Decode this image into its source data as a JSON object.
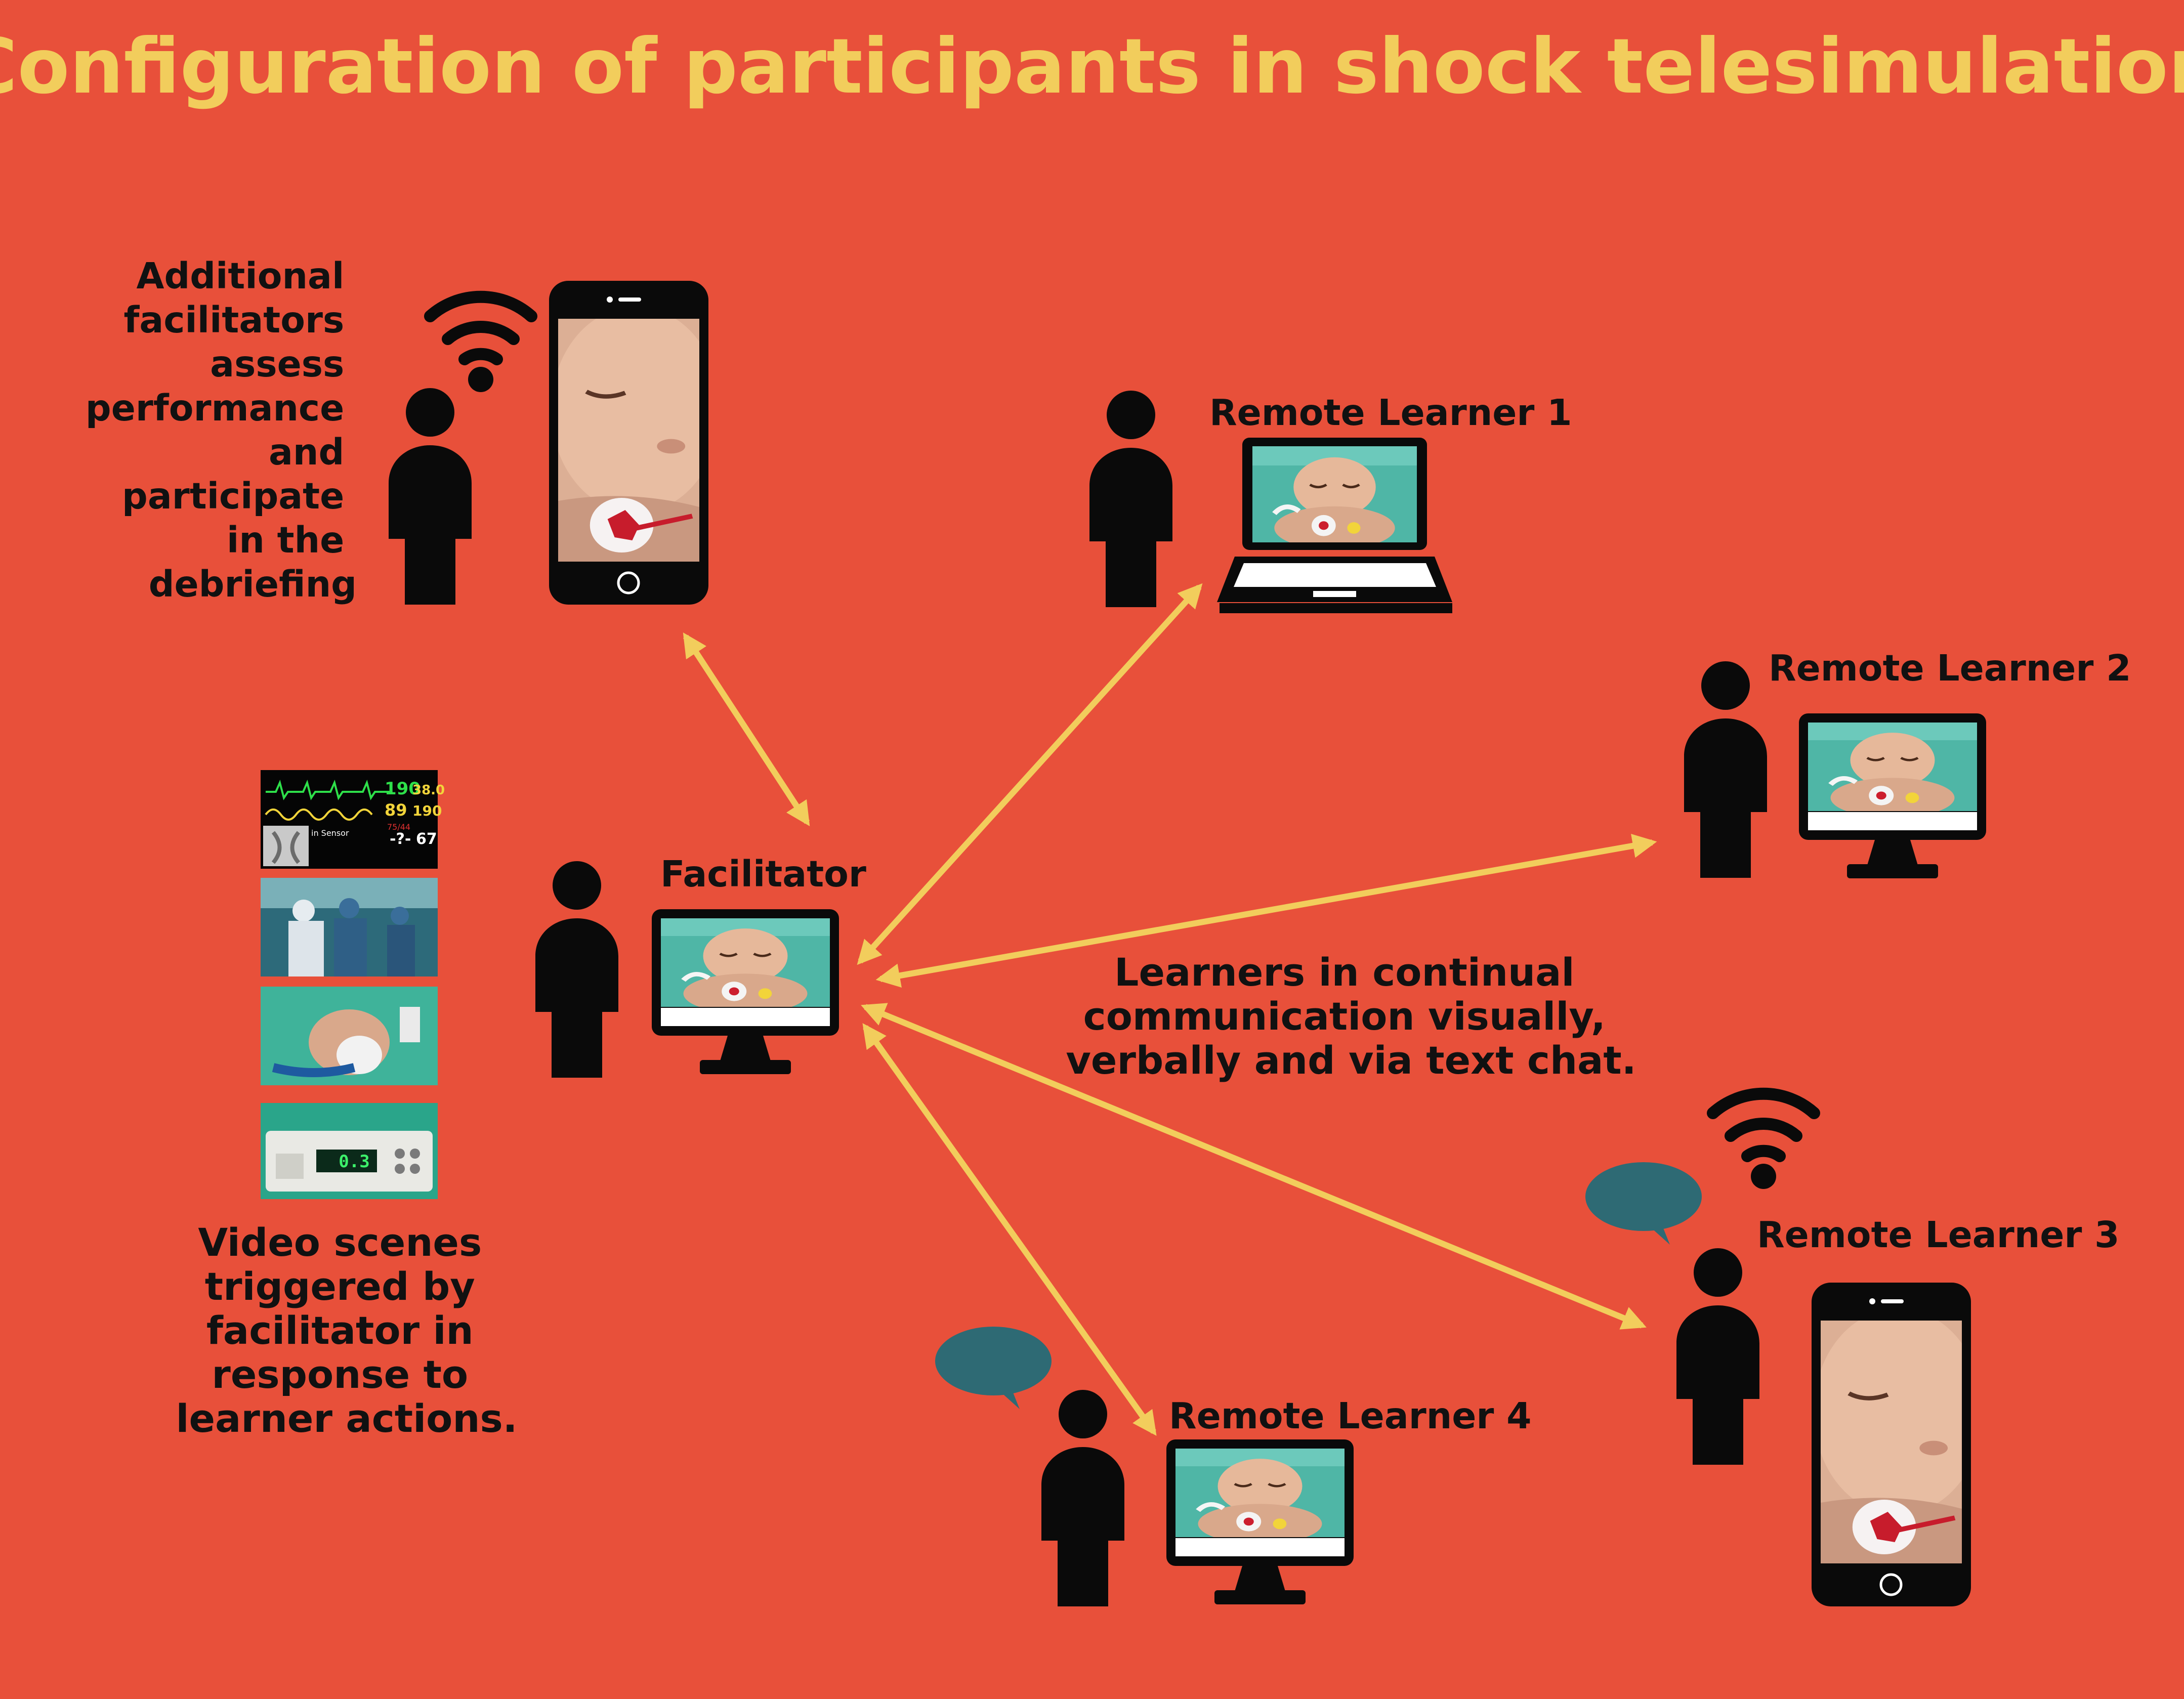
{
  "title": "Configuration of participants in shock telesimulation",
  "labels": {
    "additional_facilitators": [
      "Additional",
      "facilitators",
      "assess",
      "performance",
      "and",
      "participate",
      "in the",
      "debriefing"
    ],
    "facilitator": "Facilitator",
    "remote_learner_1": "Remote Learner 1",
    "remote_learner_2": "Remote Learner 2",
    "remote_learner_3": "Remote Learner 3",
    "remote_learner_4": "Remote Learner 4",
    "communication_note": [
      "Learners in continual",
      "communication visually,",
      "verbally and via text chat."
    ],
    "video_scenes_note": [
      "Video scenes",
      "triggered by",
      "facilitator in",
      "response to",
      "learner actions."
    ]
  },
  "monitor_readout": {
    "hr": "190",
    "temp": "38.0",
    "bp_left": "89",
    "bp_right": "190",
    "bp_small": "75/44",
    "sensor_text": "in Sensor",
    "spo2": "-?-",
    "rr": "67"
  },
  "pump_readout": "0.3",
  "colors": {
    "background": "#e8503a",
    "title": "#f2cd5c",
    "arrow": "#f2cd5c",
    "silhouette": "#0a0a0a",
    "chat_bubble": "#2e6a74",
    "screen_teal": "#4fb6a6"
  },
  "icons": [
    "person-icon",
    "smartphone-icon",
    "laptop-icon",
    "desktop-monitor-icon",
    "wifi-icon",
    "chat-bubble-icon"
  ]
}
